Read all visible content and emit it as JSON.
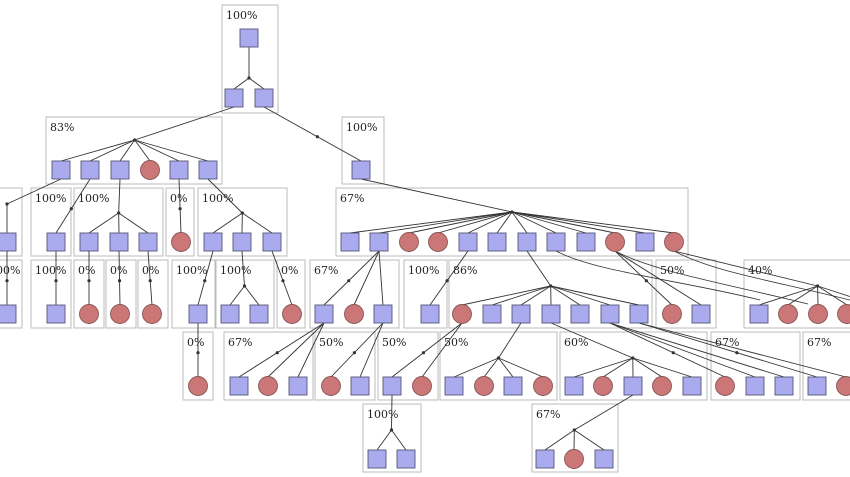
{
  "diagram": {
    "type": "tree",
    "colors": {
      "square_fill": "#aaaaee",
      "circle_fill": "#cc7777",
      "box_stroke": "#bbbbbb",
      "edge": "#333333"
    },
    "groups": [
      {
        "id": "root",
        "label": "100%",
        "nodes": [
          "s",
          "s",
          "s"
        ]
      },
      {
        "id": "g83",
        "label": "83%",
        "nodes": [
          "s",
          "s",
          "s",
          "c",
          "s",
          "s"
        ]
      },
      {
        "id": "g100r",
        "label": "100%",
        "nodes": [
          "s"
        ]
      },
      {
        "id": "gL",
        "label": "",
        "nodes": [
          "s"
        ]
      },
      {
        "id": "g100a",
        "label": "100%",
        "nodes": [
          "s"
        ]
      },
      {
        "id": "g100b",
        "label": "100%",
        "nodes": [
          "s",
          "s",
          "s"
        ]
      },
      {
        "id": "g0a",
        "label": "0%",
        "nodes": [
          "c"
        ]
      },
      {
        "id": "g100c",
        "label": "100%",
        "nodes": [
          "s",
          "s",
          "s"
        ]
      },
      {
        "id": "g67big",
        "label": "67%",
        "nodes": [
          "s",
          "s",
          "c",
          "c",
          "s",
          "s",
          "s",
          "s",
          "s",
          "c",
          "s",
          "c"
        ]
      },
      {
        "id": "gL2",
        "label": "00%",
        "nodes": [
          "s"
        ]
      },
      {
        "id": "g100d",
        "label": "100%",
        "nodes": [
          "s"
        ]
      },
      {
        "id": "g0b",
        "label": "0%",
        "nodes": [
          "c"
        ]
      },
      {
        "id": "g0c",
        "label": "0%",
        "nodes": [
          "c"
        ]
      },
      {
        "id": "g0d",
        "label": "0%",
        "nodes": [
          "c"
        ]
      },
      {
        "id": "g100e",
        "label": "100%",
        "nodes": [
          "s"
        ]
      },
      {
        "id": "g100f",
        "label": "100%",
        "nodes": [
          "s",
          "s"
        ]
      },
      {
        "id": "g0e",
        "label": "0%",
        "nodes": [
          "c"
        ]
      },
      {
        "id": "g67a",
        "label": "67%",
        "nodes": [
          "s",
          "c",
          "s"
        ]
      },
      {
        "id": "g100g",
        "label": "100%",
        "nodes": [
          "s"
        ]
      },
      {
        "id": "g86",
        "label": "86%",
        "nodes": [
          "c",
          "s",
          "s",
          "s",
          "s",
          "s",
          "s"
        ]
      },
      {
        "id": "g50a",
        "label": "50%",
        "nodes": [
          "c",
          "s"
        ]
      },
      {
        "id": "g40",
        "label": "40%",
        "nodes": [
          "s",
          "c",
          "c",
          "c",
          "c"
        ]
      },
      {
        "id": "g0f",
        "label": "0%",
        "nodes": [
          "c"
        ]
      },
      {
        "id": "g67b",
        "label": "67%",
        "nodes": [
          "s",
          "c",
          "s"
        ]
      },
      {
        "id": "g50b",
        "label": "50%",
        "nodes": [
          "c",
          "s"
        ]
      },
      {
        "id": "g50c",
        "label": "50%",
        "nodes": [
          "s",
          "c"
        ]
      },
      {
        "id": "g50d",
        "label": "50%",
        "nodes": [
          "s",
          "c",
          "s",
          "c"
        ]
      },
      {
        "id": "g60",
        "label": "60%",
        "nodes": [
          "s",
          "c",
          "s",
          "c",
          "s"
        ]
      },
      {
        "id": "g67c",
        "label": "67%",
        "nodes": [
          "c",
          "s",
          "s"
        ]
      },
      {
        "id": "g67d",
        "label": "67%",
        "nodes": [
          "s",
          "c"
        ]
      },
      {
        "id": "g100h",
        "label": "100%",
        "nodes": [
          "s",
          "s"
        ]
      },
      {
        "id": "g67e",
        "label": "67%",
        "nodes": [
          "s",
          "c",
          "s"
        ]
      }
    ]
  }
}
